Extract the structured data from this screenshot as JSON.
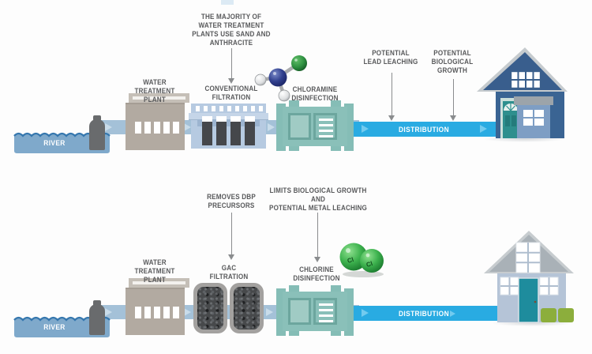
{
  "top_row": {
    "annotation_filtration": "THE MAJORITY OF\nWATER TREATMENT\nPLANTS USE SAND AND\nANTHRACITE",
    "annotation_lead_leaching": "POTENTIAL\nLEAD LEACHING",
    "annotation_biological_growth": "POTENTIAL\nBIOLOGICAL\nGROWTH",
    "labels": {
      "river": "RIVER",
      "plant": "WATER\nTREATMENT\nPLANT",
      "filtration": "CONVENTIONAL\nFILTRATION",
      "disinfection": "CHLORAMINE\nDISINFECTION",
      "distribution": "DISTRIBUTION"
    }
  },
  "bottom_row": {
    "annotation_gac": "REMOVES DBP\nPRECURSORS",
    "annotation_chlorine": "LIMITS BIOLOGICAL GROWTH\nAND\nPOTENTIAL METAL LEACHING",
    "labels": {
      "river": "RIVER",
      "plant": "WATER\nTREATMENT\nPLANT",
      "filtration": "GAC\nFILTRATION",
      "disinfection": "CHLORINE\nDISINFECTION",
      "distribution": "DISTRIBUTION"
    },
    "chlorine_atoms": [
      "Cl",
      "Cl"
    ]
  },
  "colors": {
    "label_text": "#58595B",
    "distribution_pipe": "#29ABE2",
    "supply_pipe": "#A4C1D8",
    "river_water": "#7FA9CB",
    "wave_line": "#3577AE",
    "plant_gray": "#B2AAA1",
    "filtration_blue": "#B6CAE1",
    "disinfection_teal": "#8AC0B9",
    "chlorine_green": "#3DB24E",
    "top_house_blue": "#3A6493",
    "bottom_house_blue_gray": "#B5C4D7",
    "bush_green": "#8CAE3C",
    "gac_carbon": "#47494B"
  }
}
